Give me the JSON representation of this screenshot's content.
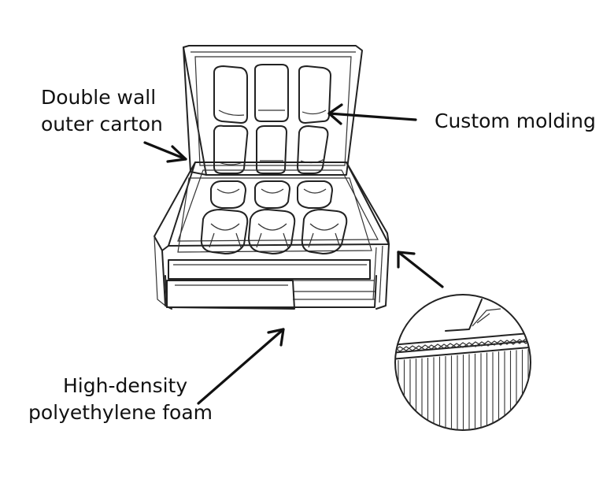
{
  "labels": {
    "outer_carton_line1": "Double wall",
    "outer_carton_line2": "outer carton",
    "custom_molding": "Custom molding",
    "foam_line1": "High-density",
    "foam_line2": "polyethylene foam"
  },
  "colors": {
    "line": "#222222",
    "background": "#ffffff",
    "text": "#111111"
  }
}
